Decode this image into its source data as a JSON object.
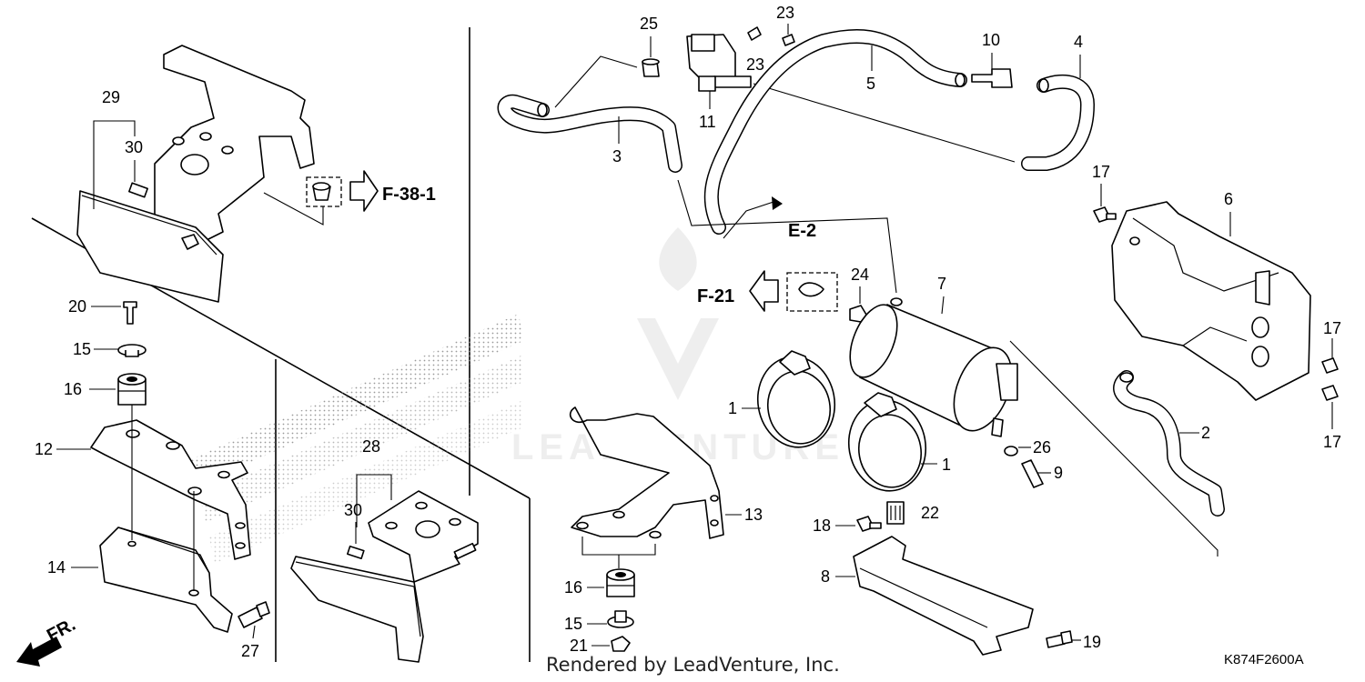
{
  "callouts": {
    "c1a": "1",
    "c1b": "1",
    "c2": "2",
    "c3": "3",
    "c4": "4",
    "c5": "5",
    "c6": "6",
    "c7": "7",
    "c8": "8",
    "c9": "9",
    "c10": "10",
    "c11": "11",
    "c12": "12",
    "c13": "13",
    "c14": "14",
    "c15a": "15",
    "c15b": "15",
    "c16a": "16",
    "c16b": "16",
    "c17a": "17",
    "c17b": "17",
    "c17c": "17",
    "c18": "18",
    "c19": "19",
    "c20": "20",
    "c21": "21",
    "c22": "22",
    "c23a": "23",
    "c23b": "23",
    "c24": "24",
    "c25": "25",
    "c26": "26",
    "c27": "27",
    "c28": "28",
    "c29": "29",
    "c30a": "30",
    "c30b": "30"
  },
  "references": {
    "f38": "F-38-1",
    "e2": "E-2",
    "f21": "F-21",
    "front": "FR."
  },
  "footer": {
    "rendered_by": "Rendered by LeadVenture, Inc.",
    "diagram_code": "K874F2600A"
  },
  "watermark": "LEADVENTURE"
}
